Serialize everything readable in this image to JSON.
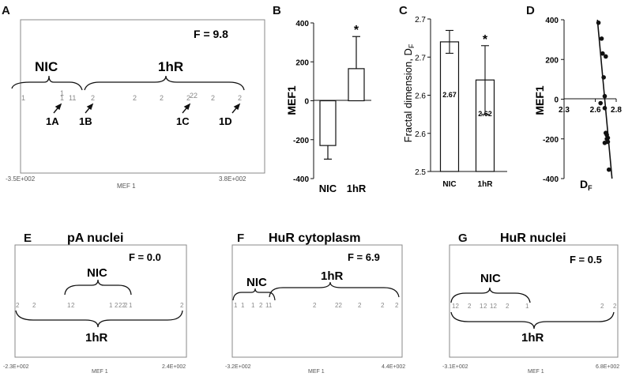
{
  "panels": {
    "A": {
      "letter": "A",
      "f_text": "F = 9.8",
      "axis_min": "-3.5E+002",
      "axis_max": "3.8E+002",
      "axis_label": "MEF 1",
      "group_labels": [
        "NIC",
        "1hR"
      ],
      "marks": [
        "1",
        "1",
        "11",
        "1",
        "2",
        "2",
        "2",
        "2",
        "22",
        "2",
        "2"
      ],
      "callouts": [
        "1A",
        "1B",
        "1C",
        "1D"
      ]
    },
    "E": {
      "letter": "E",
      "title": "pA nuclei",
      "f_text": "F = 0.0",
      "axis_min": "-2.3E+002",
      "axis_max": "2.4E+002",
      "axis_label": "MEF 1",
      "group_labels": [
        "NIC",
        "1hR"
      ],
      "marks": [
        "2",
        "2",
        "1",
        "2",
        "1",
        "2",
        "22",
        "2",
        "1",
        "2"
      ]
    },
    "F": {
      "letter": "F",
      "title": "HuR cytoplasm",
      "f_text": "F = 6.9",
      "axis_min": "-3.2E+002",
      "axis_max": "4.4E+002",
      "axis_label": "MEF 1",
      "group_labels": [
        "NIC",
        "1hR"
      ],
      "marks": [
        "1",
        "1",
        "1",
        "2",
        "11",
        "2",
        "22",
        "2",
        "2",
        "2"
      ]
    },
    "G": {
      "letter": "G",
      "title": "HuR nuclei",
      "f_text": "F = 0.5",
      "axis_min": "-3.1E+002",
      "axis_max": "6.8E+002",
      "axis_label": "MEF 1",
      "group_labels": [
        "NIC",
        "1hR"
      ],
      "marks": [
        "12",
        "2",
        "1",
        "2",
        "12",
        "2",
        "1",
        "2",
        "2"
      ]
    }
  },
  "chart_data": [
    {
      "panel": "B",
      "type": "bar",
      "ylabel": "MEF1",
      "categories": [
        "NIC",
        "1hR"
      ],
      "values": [
        -230,
        165
      ],
      "error": [
        70,
        165
      ],
      "significance": [
        "",
        "*"
      ],
      "ylim": [
        -400,
        400
      ],
      "yticks": [
        "400",
        "200",
        "0",
        "-200",
        "-400"
      ]
    },
    {
      "panel": "C",
      "type": "bar",
      "ylabel": "Fractal dimension, D",
      "ylabel_sub": "F",
      "categories": [
        "NIC",
        "1hR"
      ],
      "values": [
        2.67,
        2.62
      ],
      "value_labels": [
        "2.67",
        "2.62"
      ],
      "error": [
        0.015,
        0.045
      ],
      "significance": [
        "",
        "*"
      ],
      "ylim": [
        2.5,
        2.7
      ],
      "yticks": [
        "2.7",
        "2.7",
        "2.6",
        "2.6",
        "2.5"
      ]
    },
    {
      "panel": "D",
      "type": "scatter",
      "ylabel": "MEF1",
      "xlabel": "D",
      "xlabel_sub": "F",
      "xlim": [
        2.3,
        2.8
      ],
      "ylim": [
        -400,
        400
      ],
      "xticks": [
        "2.3",
        "2.6",
        "2.8"
      ],
      "yticks": [
        "400",
        "200",
        "0",
        "-200",
        "-400"
      ],
      "x": [
        2.63,
        2.66,
        2.67,
        2.7,
        2.68,
        2.69,
        2.65,
        2.69,
        2.7,
        2.71,
        2.72,
        2.72,
        2.69,
        2.71,
        2.73
      ],
      "y": [
        385,
        305,
        230,
        215,
        110,
        15,
        -20,
        -45,
        -170,
        -180,
        -195,
        -215,
        -220,
        -200,
        -355
      ],
      "trendline": {
        "x": [
          2.62,
          2.76
        ],
        "y": [
          400,
          -400
        ]
      }
    }
  ]
}
